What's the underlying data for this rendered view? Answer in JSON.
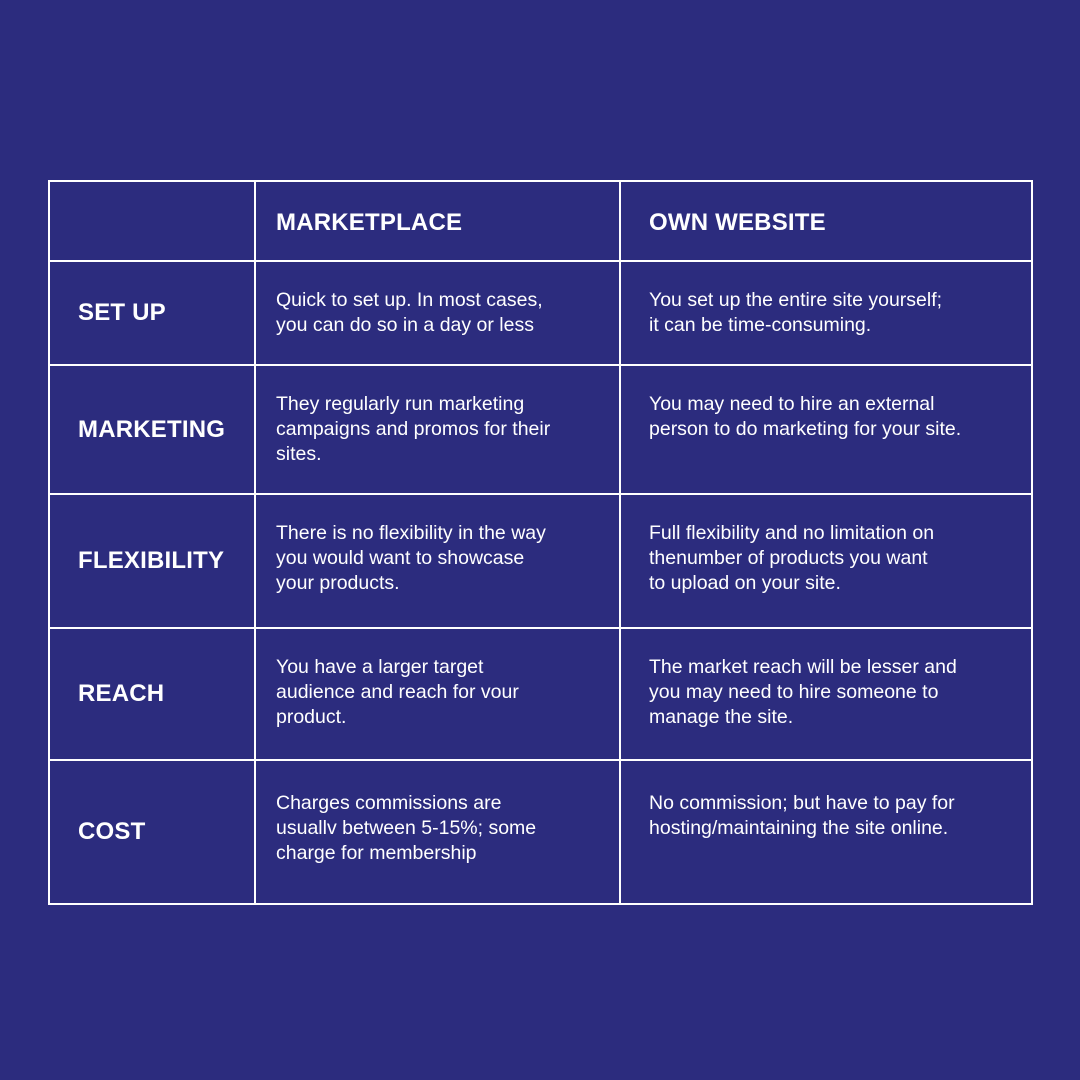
{
  "table": {
    "headers": [
      "",
      "MARKETPLACE",
      "OWN WEBSITE"
    ],
    "rows": [
      {
        "label": "SET UP",
        "marketplace": "Quick to set up. In most cases,\nyou can do so in a day or less",
        "own_website": "You set up the entire site yourself;\nit can be time-consuming."
      },
      {
        "label": "MARKETING",
        "marketplace": "They regularly run marketing\ncampaigns and promos for their\nsites.",
        "own_website": "You may need to hire an external\nperson to do marketing for your site."
      },
      {
        "label": "FLEXIBILITY",
        "marketplace": "There is no flexibility in the way\nyou would want to showcase\nyour products.",
        "own_website": "Full flexibility and no limitation on\nthenumber of products you want\nto upload on your site."
      },
      {
        "label": "REACH",
        "marketplace": "You have a larger target\naudience and reach for vour\nproduct.",
        "own_website": "The market reach will be lesser and\nyou may need to hire someone to\nmanage the site."
      },
      {
        "label": "COST",
        "marketplace": "Charges commissions are\nusuallv between 5-15%; some\ncharge for membership",
        "own_website": "No commission; but have to pay for\nhosting/maintaining the site online."
      }
    ]
  },
  "colors": {
    "background": "#2c2c7e",
    "text": "#ffffff",
    "border": "#ffffff"
  }
}
